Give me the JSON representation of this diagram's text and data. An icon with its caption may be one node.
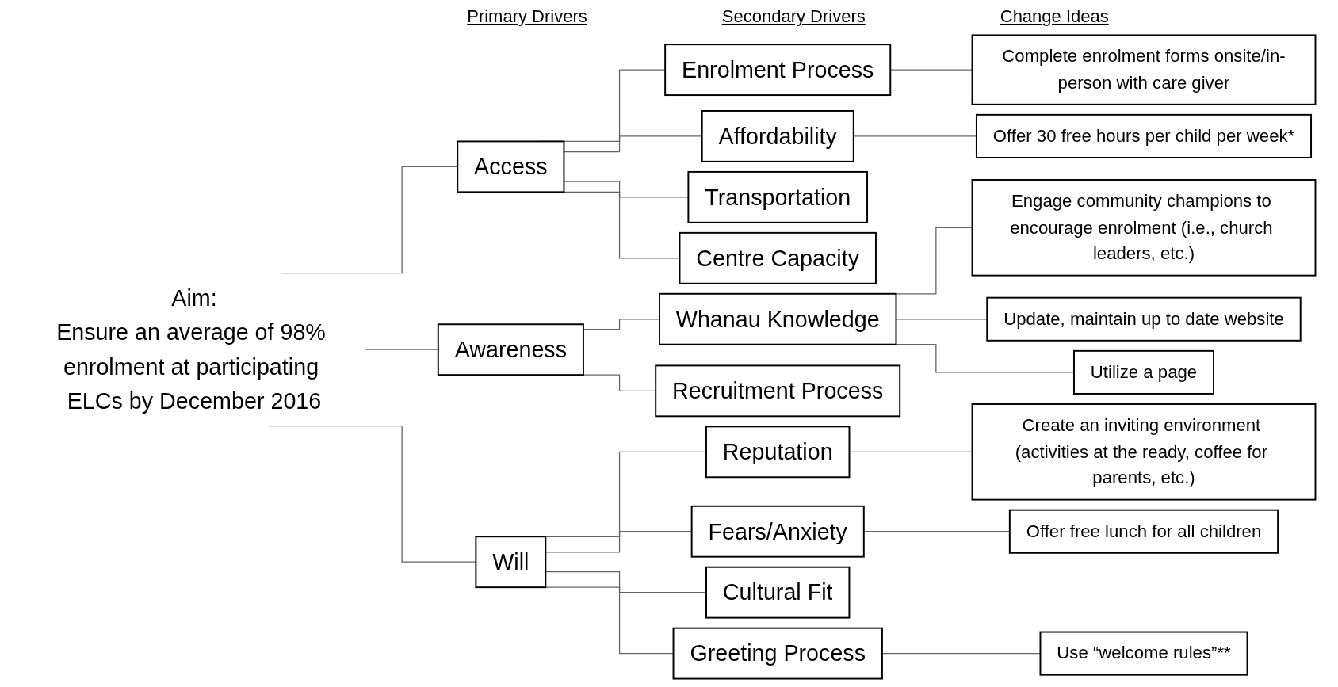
{
  "diagram": {
    "nodes": [
      {
        "text": [
          "Aim:",
          "Ensure an average of 98% enrolment at participating ELCs by December 2016"
        ]
      },
      {
        "text": [
          "Access"
        ]
      },
      {
        "text": [
          "Awareness"
        ]
      },
      {
        "text": [
          "Will"
        ]
      },
      {
        "text": [
          "Enrolment Process"
        ]
      },
      {
        "text": [
          "Affordability"
        ]
      },
      {
        "text": [
          "Transportation"
        ]
      },
      {
        "text": [
          "Centre Capacity"
        ]
      },
      {
        "text": [
          "Whanau Knowledge"
        ]
      },
      {
        "text": [
          "Recruitment Process"
        ]
      },
      {
        "text": [
          "Reputation"
        ]
      },
      {
        "text": [
          "Fears/Anxiety"
        ]
      },
      {
        "text": [
          "Cultural Fit"
        ]
      },
      {
        "text": [
          "Greeting Process"
        ]
      },
      {
        "text": [
          "Complete enrolment forms onsite/in-person with care giver"
        ]
      },
      {
        "text": [
          "Offer 30 free hours per child per week*"
        ]
      },
      {
        "text": [
          "Engage community champions to encourage enrolment (i.e., church leaders, etc.)"
        ]
      },
      {
        "text": [
          "Update, maintain up to date website"
        ]
      },
      {
        "text": [
          "Utilize a page"
        ]
      },
      {
        "text": [
          "Create an inviting environment (activities at the ready, coffee for parents, etc.)"
        ]
      },
      {
        "text": [
          "Offer free lunch for all children"
        ]
      },
      {
        "text": [
          "Use “welcome rules”**"
        ]
      }
    ],
    "edges": [
      {
        "from": 0,
        "to": 1,
        "arrow": "none"
      },
      {
        "from": 0,
        "to": 2,
        "arrow": "none"
      },
      {
        "from": 0,
        "to": 3,
        "arrow": "none"
      },
      {
        "from": 1,
        "to": 4,
        "arrow": "none"
      },
      {
        "from": 1,
        "to": 5,
        "arrow": "none"
      },
      {
        "from": 1,
        "to": 6,
        "arrow": "none"
      },
      {
        "from": 1,
        "to": 7,
        "arrow": "none"
      },
      {
        "from": 2,
        "to": 8,
        "arrow": "none"
      },
      {
        "from": 2,
        "to": 9,
        "arrow": "none"
      },
      {
        "from": 3,
        "to": 10,
        "arrow": "none"
      },
      {
        "from": 3,
        "to": 11,
        "arrow": "none"
      },
      {
        "from": 3,
        "to": 12,
        "arrow": "none"
      },
      {
        "from": 3,
        "to": 13,
        "arrow": "none"
      },
      {
        "from": 4,
        "to": 14,
        "arrow": "none"
      },
      {
        "from": 5,
        "to": 15,
        "arrow": "none"
      },
      {
        "from": 8,
        "to": 16,
        "arrow": "none"
      },
      {
        "from": 8,
        "to": 17,
        "arrow": "none"
      },
      {
        "from": 8,
        "to": 18,
        "arrow": "none"
      },
      {
        "from": 10,
        "to": 19,
        "arrow": "none"
      },
      {
        "from": 11,
        "to": 20,
        "arrow": "none"
      },
      {
        "from": 13,
        "to": 21,
        "arrow": "none"
      }
    ],
    "labels": [
      "Primary Drivers",
      "Secondary Drivers",
      "Change Ideas"
    ]
  }
}
